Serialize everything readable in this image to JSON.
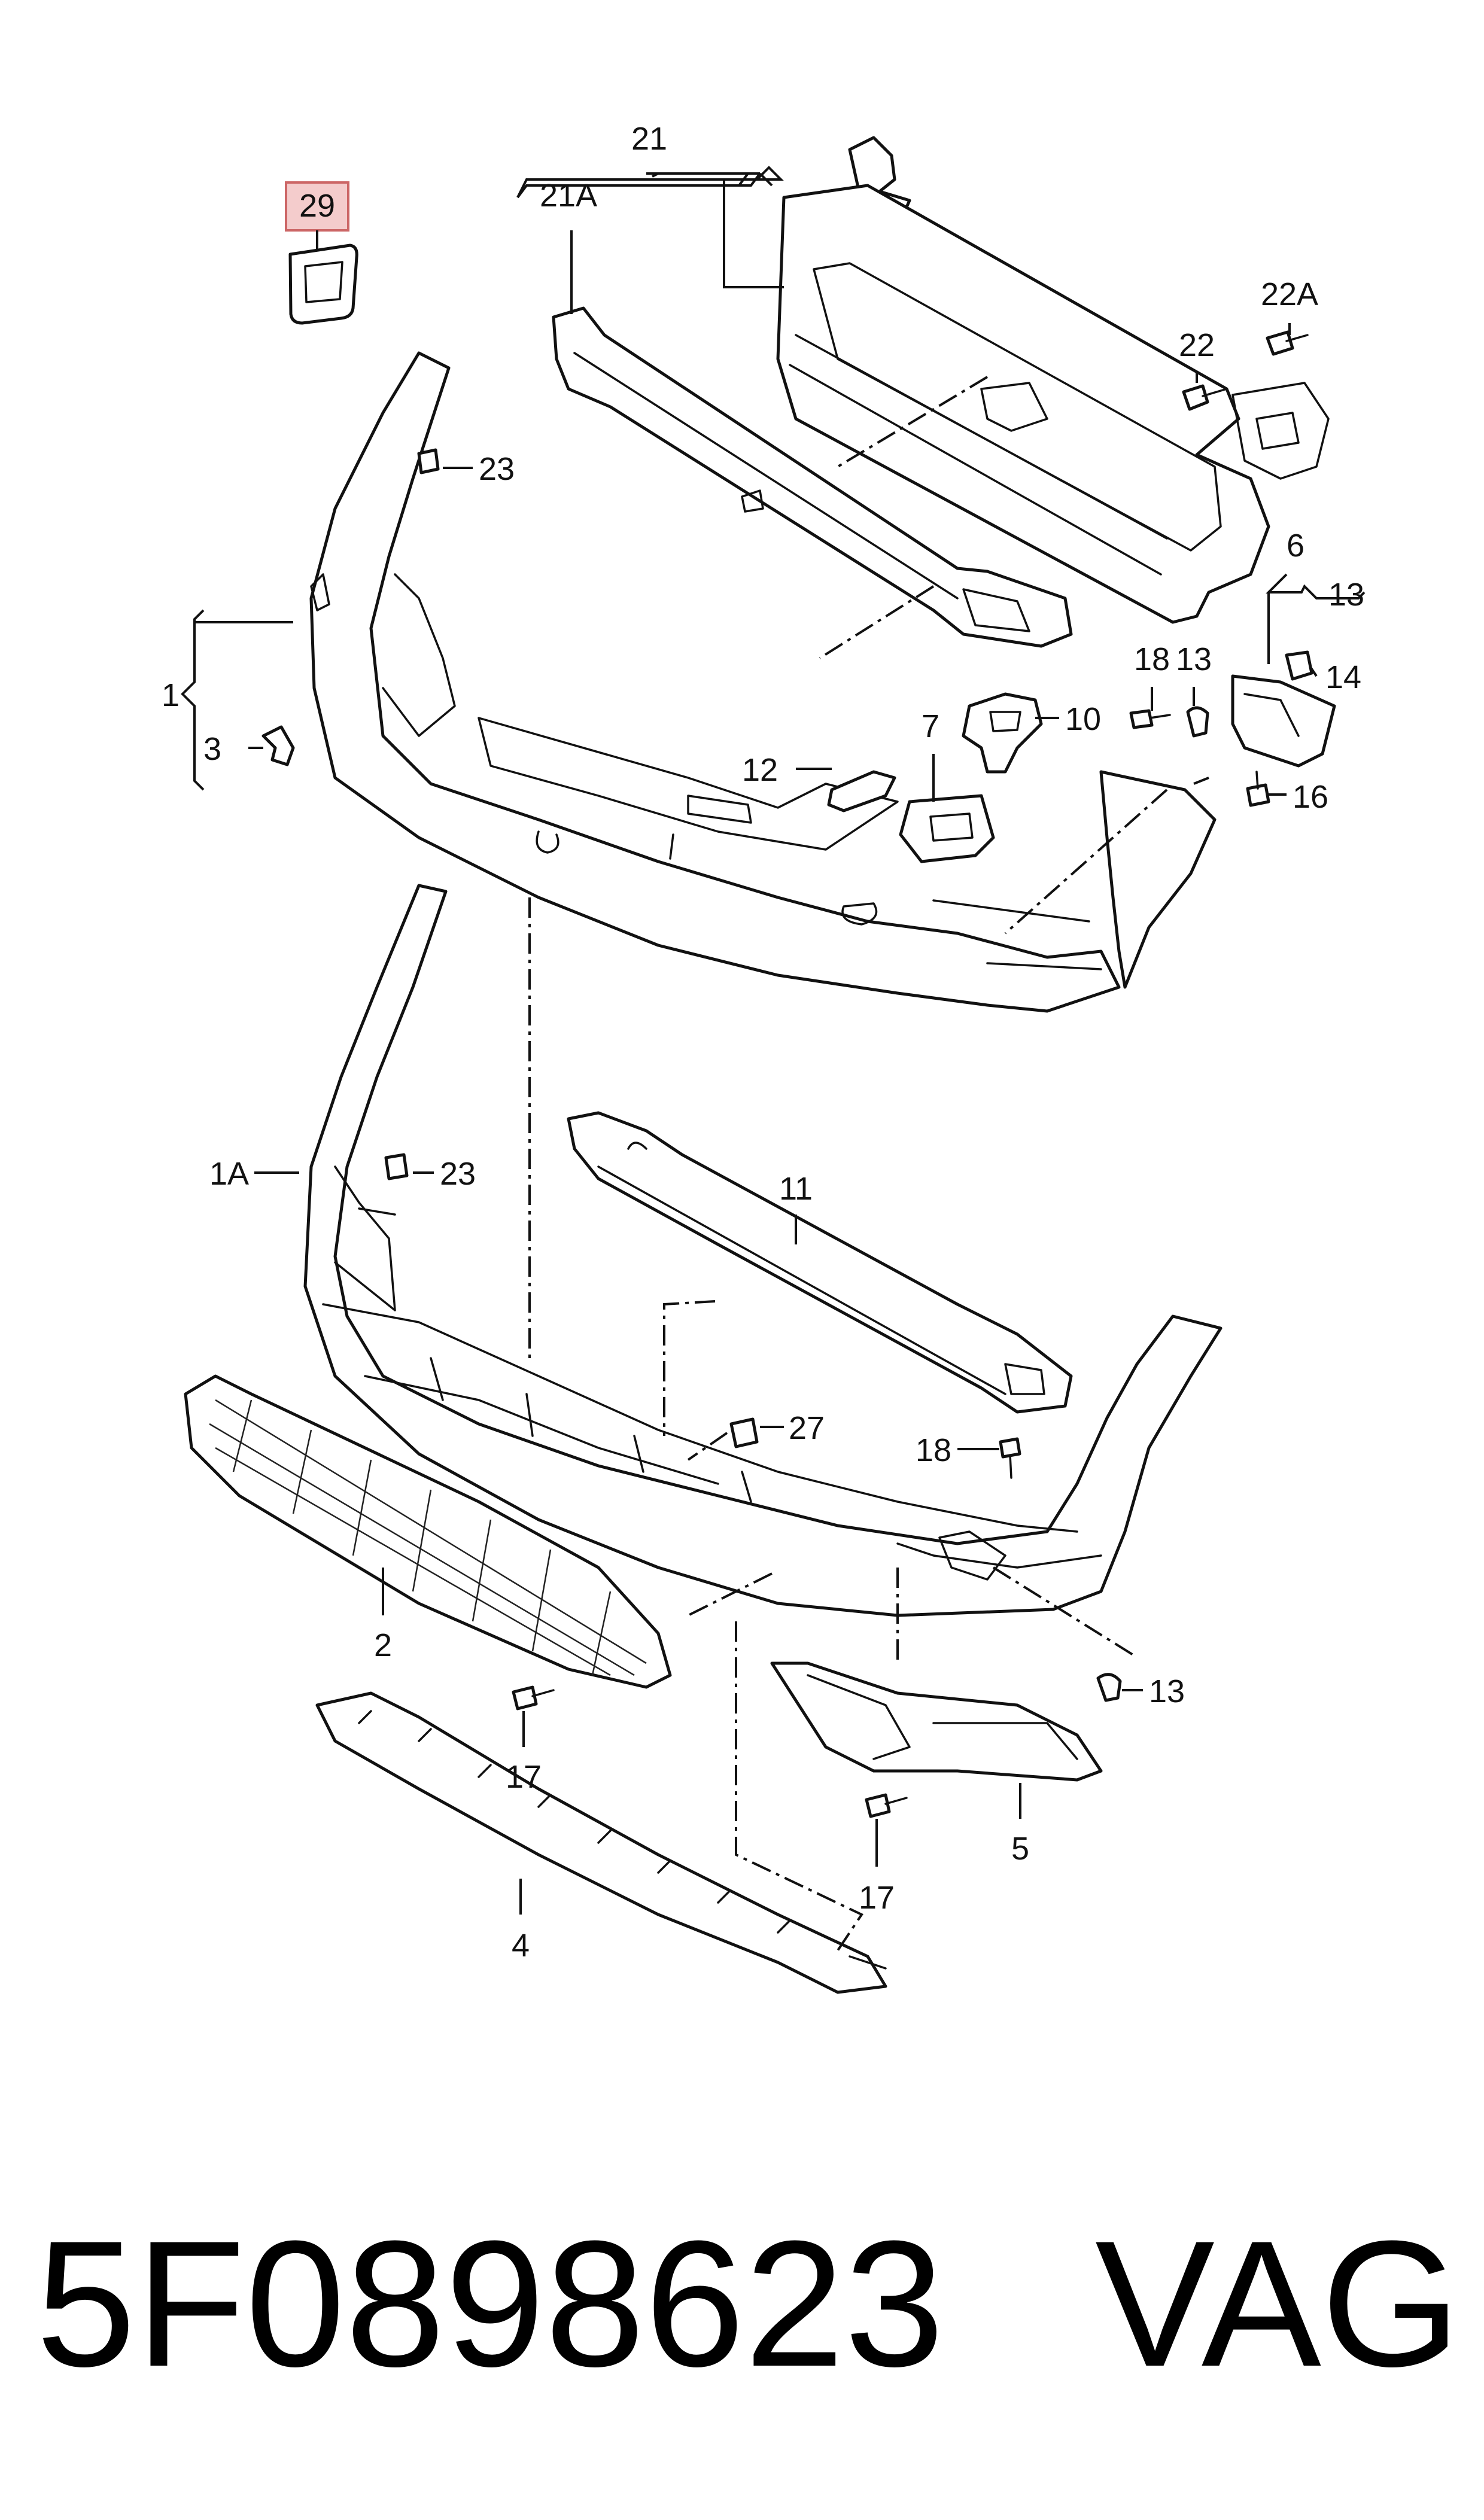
{
  "labels": {
    "c29": "29",
    "c21": "21",
    "c21a": "21A",
    "c22a": "22A",
    "c22": "22",
    "c23a": "23",
    "c6": "6",
    "c13a": "13",
    "c1": "1",
    "c3": "3",
    "c18a": "18",
    "c13b": "13",
    "c14": "14",
    "c7": "7",
    "c10": "10",
    "c12": "12",
    "c16": "16",
    "c1a": "1A",
    "c23b": "23",
    "c11": "11",
    "c27": "27",
    "c18b": "18",
    "c2": "2",
    "c13c": "13",
    "c17a": "17",
    "c17b": "17",
    "c5": "5",
    "c4": "4"
  },
  "highlight": {
    "callout": "29",
    "color": "#f4cccc",
    "border": "#cc6666"
  },
  "footer": {
    "part_number": "5F0898623",
    "brand": "VAG"
  }
}
